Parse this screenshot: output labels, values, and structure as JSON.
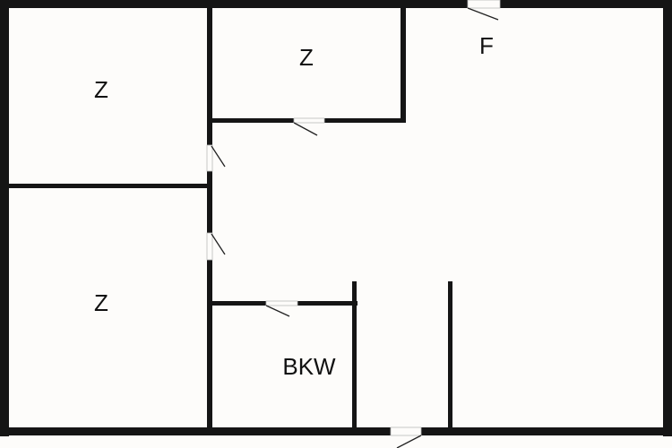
{
  "floor_plan": {
    "rooms": [
      {
        "id": "room-top-left",
        "label": "Z"
      },
      {
        "id": "room-top-middle",
        "label": "Z"
      },
      {
        "id": "room-hallway",
        "label": "F"
      },
      {
        "id": "room-bottom-left",
        "label": "Z"
      },
      {
        "id": "room-storage",
        "label": "BKW"
      }
    ]
  }
}
